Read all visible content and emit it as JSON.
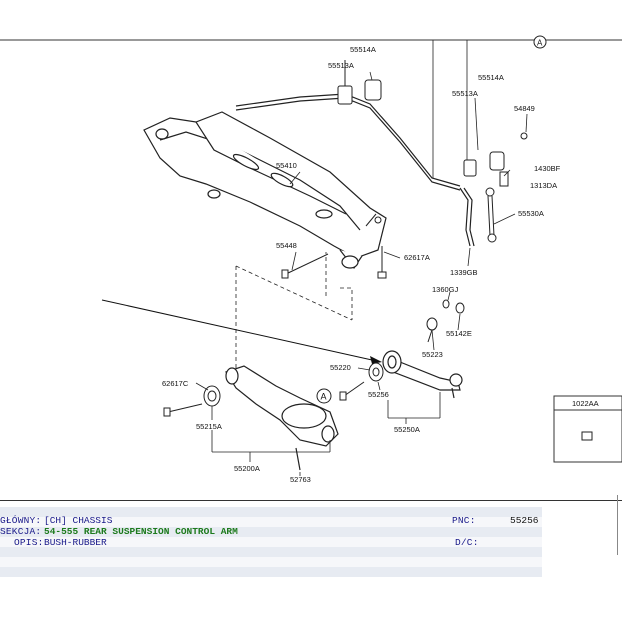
{
  "diagram": {
    "labels": {
      "l55514a_top": "55514A",
      "l55513a_left": "55513A",
      "l55514a_right": "55514A",
      "l55513a_right": "55513A",
      "l54849": "54849",
      "l55410": "55410",
      "l1430bf": "1430BF",
      "l1313da": "1313DA",
      "l55530a": "55530A",
      "l55448": "55448",
      "l62617a_mid": "62617A",
      "l1339gb": "1339GB",
      "l1360gj": "1360GJ",
      "l55142e": "55142E",
      "l55223": "55223",
      "l55220": "55220",
      "l62617c": "62617C",
      "l55256": "55256",
      "l55215a": "55215A",
      "l55250a": "55250A",
      "l55200a": "55200A",
      "l52763": "52763",
      "callout_a": "A",
      "callout_a_top": "A",
      "inset_title": "1022AA"
    }
  },
  "info": {
    "main_group_label": "GŁÓWNY:",
    "main_group_value": "[CH]  CHASSIS",
    "section_label": "SEKCJA:",
    "section_value": "54-555  REAR SUSPENSION CONTROL ARM",
    "desc_label": "OPIS:",
    "desc_value": "BUSH-RUBBER",
    "pnc_label": "PNC:",
    "pnc_value": "55256",
    "dc_label": "D/C:"
  }
}
